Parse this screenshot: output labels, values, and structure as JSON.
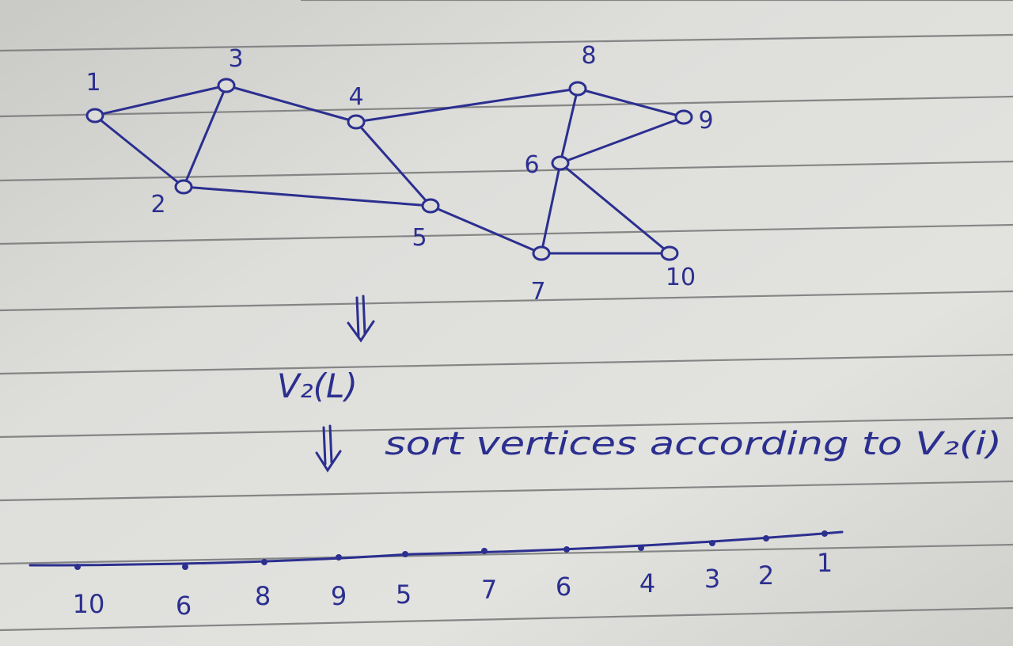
{
  "ink_color": "#2b2f8f",
  "paper_color": "#dcdcd8",
  "rule_color": "#7f8080",
  "graph": {
    "nodes": [
      {
        "id": "1",
        "label": "1"
      },
      {
        "id": "2",
        "label": "2"
      },
      {
        "id": "3",
        "label": "3"
      },
      {
        "id": "4",
        "label": "4"
      },
      {
        "id": "5",
        "label": "5"
      },
      {
        "id": "6",
        "label": "6"
      },
      {
        "id": "7",
        "label": "7"
      },
      {
        "id": "8",
        "label": "8"
      },
      {
        "id": "9",
        "label": "9"
      },
      {
        "id": "10",
        "label": "10"
      }
    ],
    "edges": [
      [
        "1",
        "3"
      ],
      [
        "1",
        "2"
      ],
      [
        "2",
        "3"
      ],
      [
        "3",
        "4"
      ],
      [
        "2",
        "5"
      ],
      [
        "4",
        "5"
      ],
      [
        "4",
        "8"
      ],
      [
        "5",
        "7"
      ],
      [
        "8",
        "9"
      ],
      [
        "8",
        "6"
      ],
      [
        "6",
        "9"
      ],
      [
        "6",
        "7"
      ],
      [
        "6",
        "10"
      ],
      [
        "7",
        "10"
      ]
    ]
  },
  "eigvec_label": "V₂(L)",
  "sort_caption": "sort vertices according to V₂(i)",
  "sorted_order": [
    "10",
    "6",
    "8",
    "9",
    "5",
    "7",
    "6",
    "4",
    "3",
    "2",
    "1"
  ]
}
